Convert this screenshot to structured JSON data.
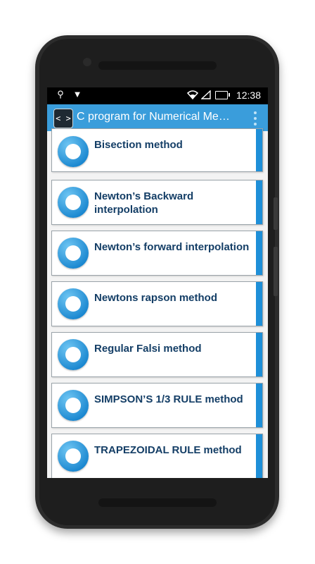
{
  "status_bar": {
    "time": "12:38",
    "icons": [
      "usb-icon",
      "notification-icon",
      "wifi-icon",
      "signal-icon",
      "battery-icon"
    ]
  },
  "app_bar": {
    "icon_text": "< >",
    "title": "C program for Numerical Met…",
    "menu_icon": "overflow-menu-icon"
  },
  "colors": {
    "app_bar": "#3a9ddb",
    "accent": "#1e8fd8",
    "label": "#143e66"
  },
  "methods": [
    {
      "label": "Bisection method"
    },
    {
      "label": "Newton’s Backward interpolation"
    },
    {
      "label": "Newton’s forward interpolation"
    },
    {
      "label": "Newtons rapson method"
    },
    {
      "label": "Regular Falsi method"
    },
    {
      "label": "SIMPSON’S 1/3 RULE method"
    },
    {
      "label": "TRAPEZOIDAL RULE method"
    }
  ]
}
